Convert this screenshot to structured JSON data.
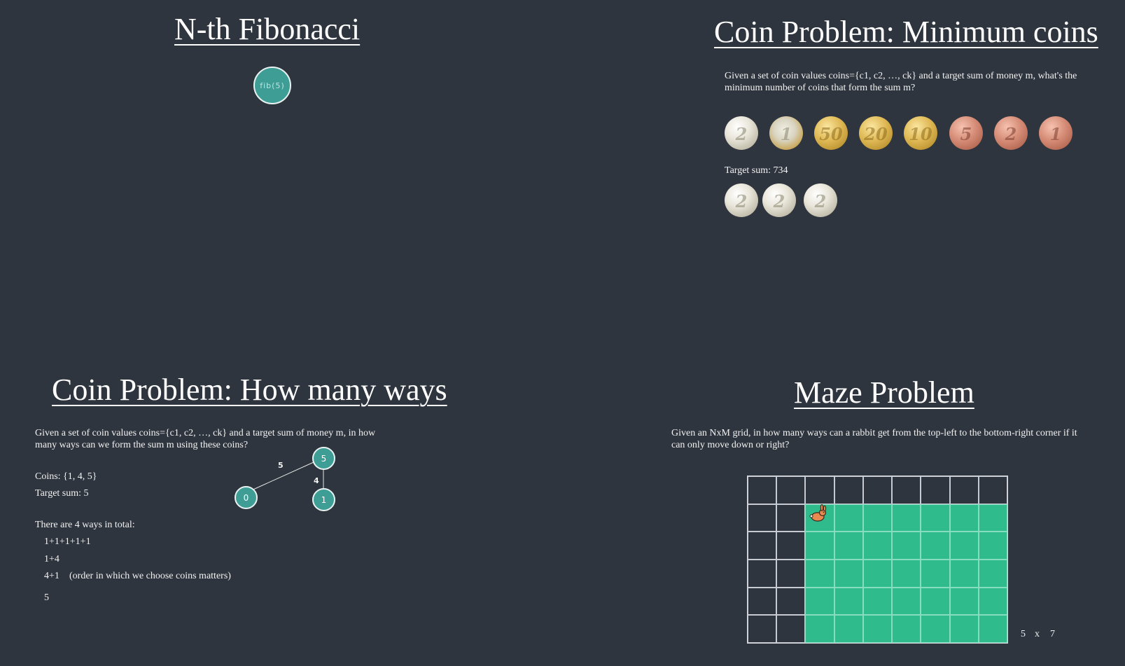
{
  "fibonacci": {
    "title": "N-th Fibonacci",
    "node_label": "fib(5)"
  },
  "min_coins": {
    "title": "Coin Problem: Minimum coins",
    "description": "Given a set of coin values coins={c1, c2, …, ck} and a target sum of money m, what's the minimum number of coins that form the sum m?",
    "coins": [
      {
        "glyph": "2",
        "metal": "silver"
      },
      {
        "glyph": "1",
        "metal": "mixed"
      },
      {
        "glyph": "50",
        "metal": "gold"
      },
      {
        "glyph": "20",
        "metal": "gold"
      },
      {
        "glyph": "10",
        "metal": "gold"
      },
      {
        "glyph": "5",
        "metal": "copper"
      },
      {
        "glyph": "2",
        "metal": "copper"
      },
      {
        "glyph": "1",
        "metal": "copper"
      }
    ],
    "target_label": "Target sum: 734",
    "selected_coins": [
      {
        "glyph": "2",
        "metal": "silver"
      },
      {
        "glyph": "2",
        "metal": "silver"
      },
      {
        "glyph": "2",
        "metal": "silver"
      }
    ]
  },
  "ways": {
    "title": "Coin Problem: How many ways",
    "description": "Given a set of coin values coins={c1, c2, …, ck} and a target sum of money m, in how many ways can we form the sum m using these coins?",
    "coins_label": "Coins: {1, 4, 5}",
    "target_label": "Target sum: 5",
    "total_label": "There are 4 ways in total:",
    "ways_list": [
      "1+1+1+1+1",
      "1+4",
      "4+1",
      "5"
    ],
    "order_note": "(order in which we choose coins matters)",
    "tree": {
      "root": "5",
      "left_child": "0",
      "right_child": "1",
      "left_edge": "5",
      "right_edge": "4"
    }
  },
  "maze": {
    "title": "Maze Problem",
    "description": "Given an NxM grid, in how many ways can a rabbit get from the top-left to the bottom-right corner if it can only move down or right?",
    "dimension_n": "5",
    "dimension_x": "x",
    "dimension_m": "7",
    "grid": {
      "columns": 9,
      "rows": 6,
      "highlight_start_col": 2,
      "highlight_start_row": 1,
      "highlight_color": "#2fbb8c"
    },
    "rabbit_icon": "rabbit-icon"
  },
  "colors": {
    "background": "#2f353e",
    "node_fill": "#3e9e96",
    "grid_highlight": "#2fbb8c"
  }
}
